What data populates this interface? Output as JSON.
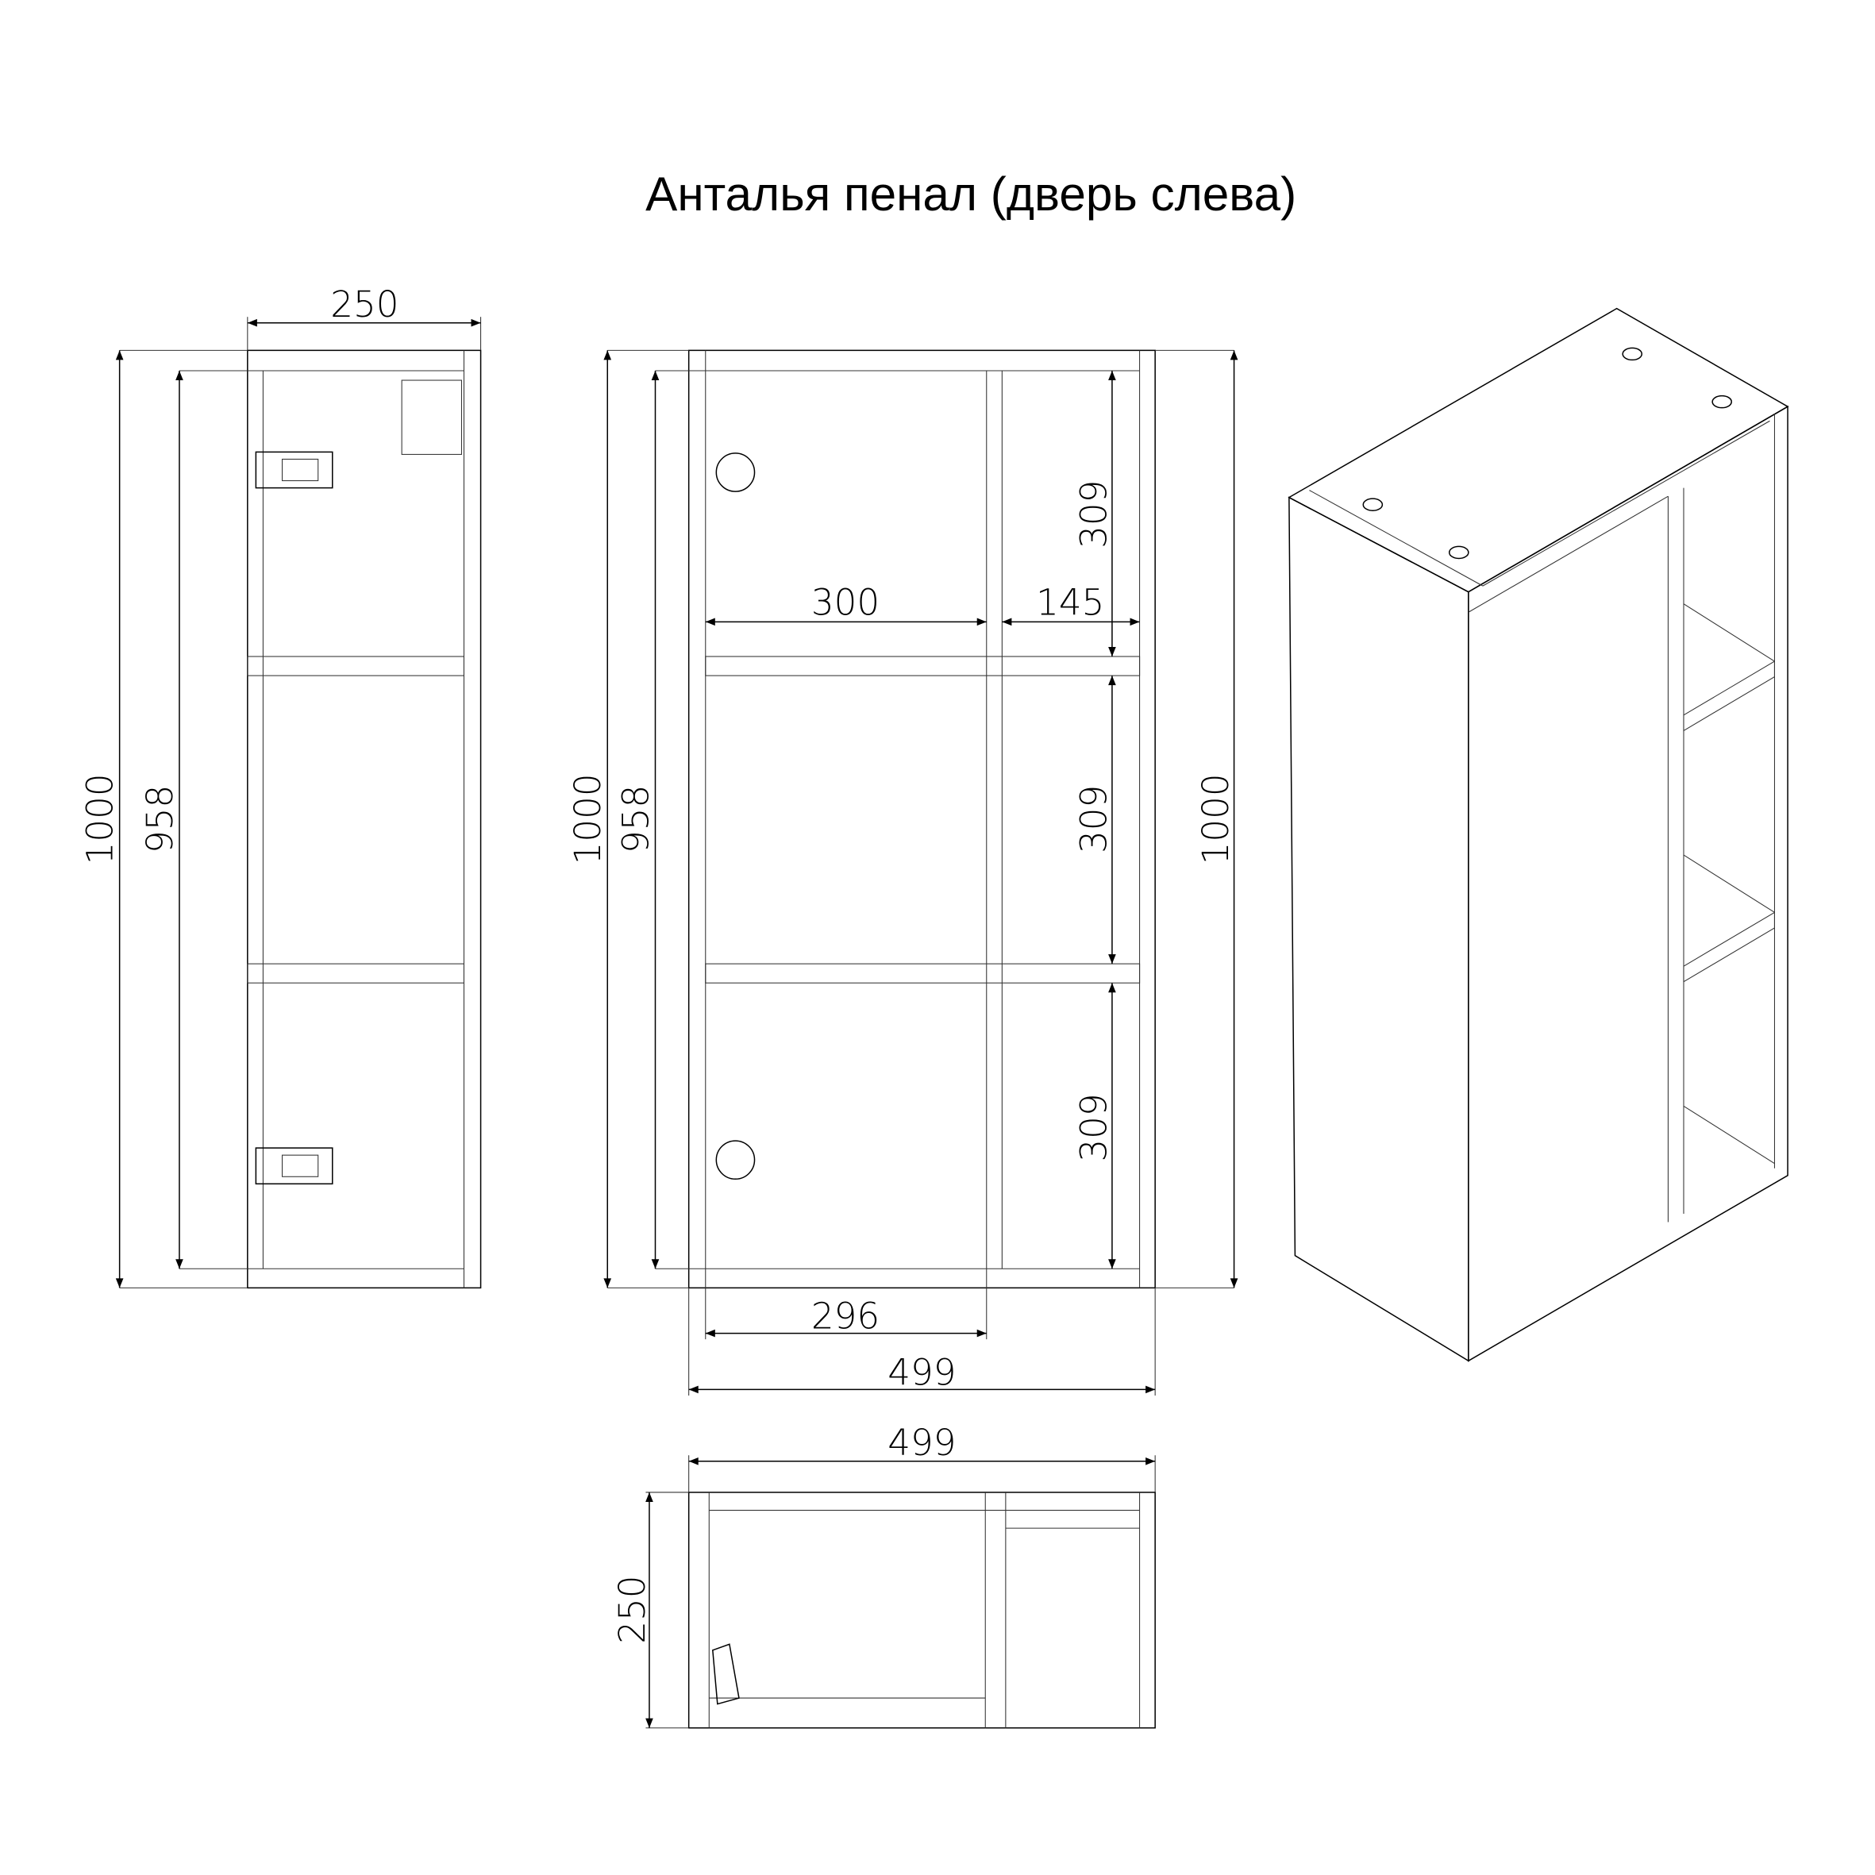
{
  "title": "Анталья пенал (дверь слева)",
  "side_view": {
    "width": "250",
    "height_outer": "1000",
    "height_inner": "958"
  },
  "front_view": {
    "height_outer_left": "1000",
    "height_inner": "958",
    "height_outer_right": "1000",
    "door_width": "300",
    "open_section_width": "145",
    "section_heights": [
      "309",
      "309",
      "309"
    ],
    "inner_width": "296",
    "total_width": "499"
  },
  "top_view": {
    "width": "499",
    "depth": "250"
  },
  "colors": {
    "line": "#000000",
    "background": "#ffffff"
  }
}
